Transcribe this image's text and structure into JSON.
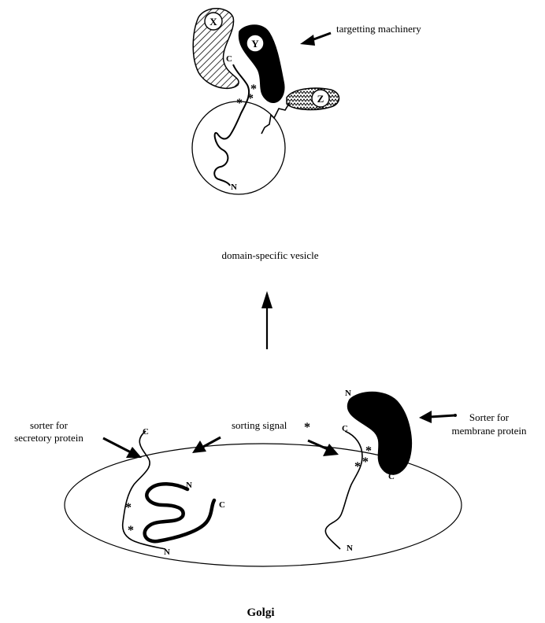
{
  "labels": {
    "targetting_machinery": "targetting machinery",
    "domain_vesicle": "domain-specific vesicle",
    "sorting_signal": "sorting signal",
    "sorter_secretory_line1": "sorter for",
    "sorter_secretory_line2": "secretory protein",
    "sorter_membrane_line1": "Sorter for",
    "sorter_membrane_line2": "membrane protein",
    "golgi": "Golgi"
  },
  "symbols": {
    "star": "*",
    "x": "X",
    "y": "Y",
    "z": "Z",
    "c_terminus": "C",
    "n_terminus": "N"
  },
  "colors": {
    "ink": "#000000",
    "background": "#ffffff"
  }
}
